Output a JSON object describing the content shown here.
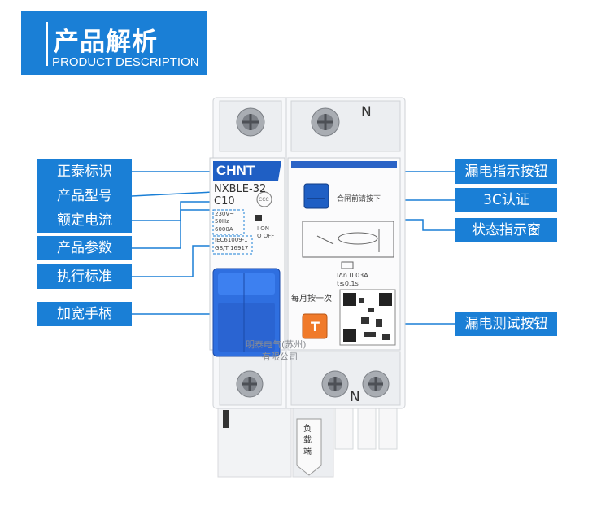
{
  "header": {
    "title": "产品解析",
    "subtitle": "PRODUCT DESCRIPTION"
  },
  "left_labels": [
    {
      "name": "brand-mark",
      "text": "正泰标识"
    },
    {
      "name": "model-number",
      "text": "产品型号"
    },
    {
      "name": "rated-current",
      "text": "额定电流"
    },
    {
      "name": "product-parameters",
      "text": "产品参数"
    },
    {
      "name": "standard",
      "text": "执行标准"
    },
    {
      "name": "wide-handle",
      "text": "加宽手柄"
    }
  ],
  "right_labels": [
    {
      "name": "leakage-indicator-button",
      "text": "漏电指示按钮"
    },
    {
      "name": "ccc-certification",
      "text": "3C认证"
    },
    {
      "name": "status-window",
      "text": "状态指示窗"
    },
    {
      "name": "leakage-test-button",
      "text": "漏电测试按钮"
    }
  ],
  "device": {
    "brand": "CHNT",
    "model": "NXBLE-32",
    "rating": "C10",
    "params": [
      "230V~",
      "50Hz",
      "6000A"
    ],
    "standards": [
      "IEC61009-1",
      "GB/T 16917"
    ],
    "on_mark": "I ON",
    "off_mark": "O OFF",
    "neutral_top": "N",
    "neutral_bottom": "N",
    "reset_hint": "合闸前请按下",
    "leak_current": "IΔn 0.03A",
    "trip_time": "t≤0.1s",
    "test_hint": "每月按一次",
    "test_key": "T",
    "manufacturer_line1": "明泰电气(苏州)",
    "manufacturer_line2": "有限公司",
    "load_label": [
      "负",
      "载",
      "端"
    ],
    "ccc_mark": "CCC"
  },
  "colors": {
    "accent": "#1a7fd6",
    "handle": "#2f6fe0",
    "test_button": "#f07a2a"
  }
}
